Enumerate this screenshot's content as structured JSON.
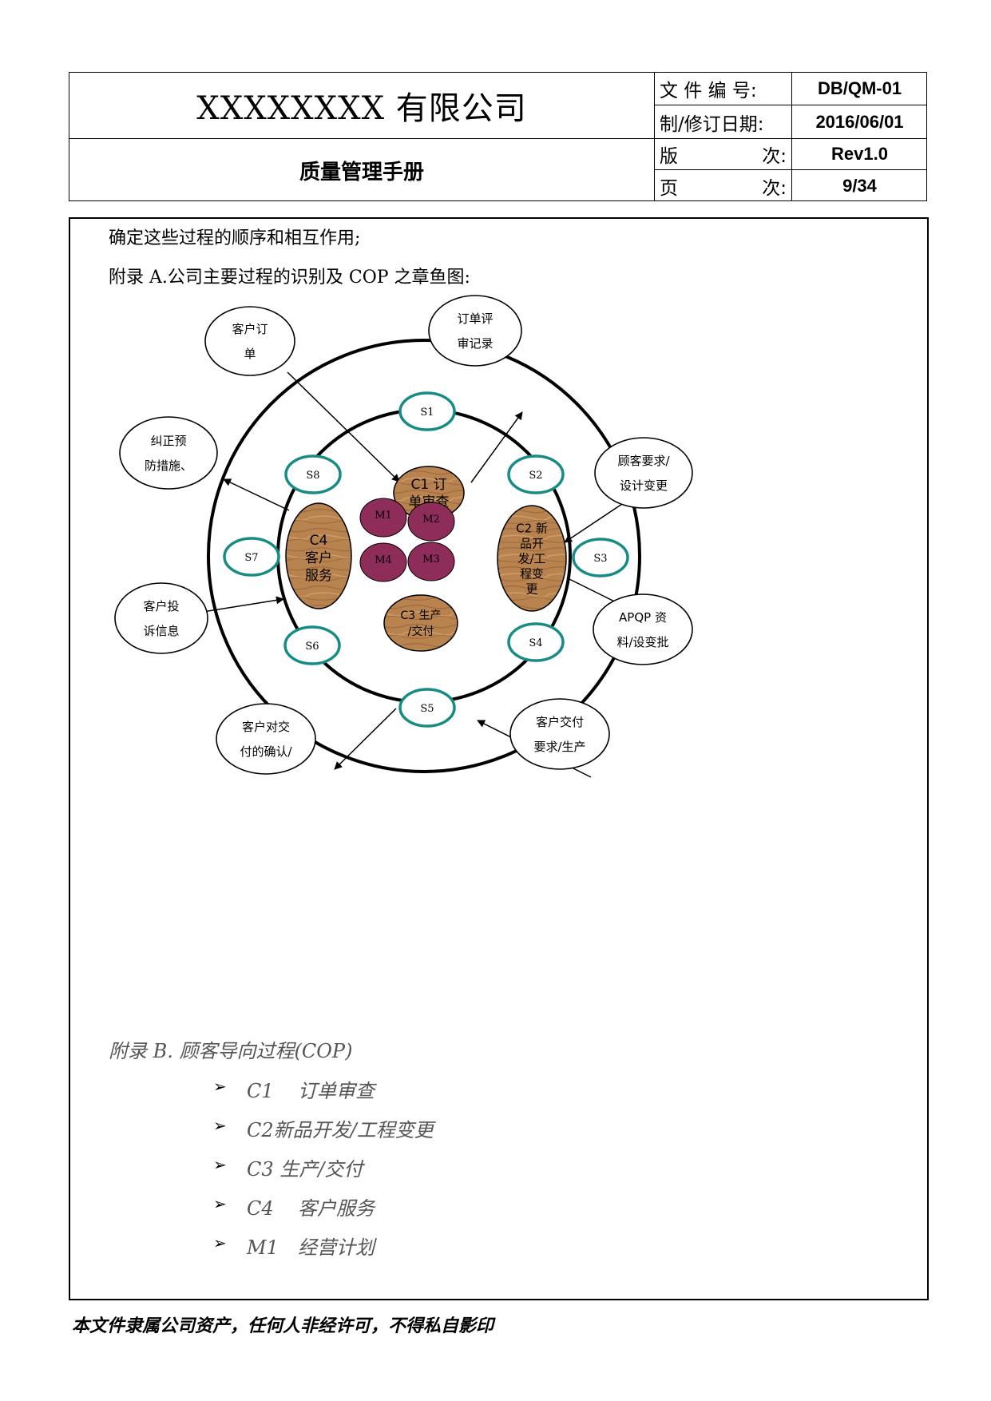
{
  "header": {
    "company": "XXXXXXXX 有限公司",
    "title": "质量管理手册",
    "rows": [
      {
        "label": "文 件 编 号:",
        "value": "DB/QM-01"
      },
      {
        "label": "制/修订日期:",
        "value": "2016/06/01"
      },
      {
        "label_left": "版",
        "label_right": "次:",
        "value": "Rev1.0"
      },
      {
        "label_left": "页",
        "label_right": "次:",
        "value": "9/34"
      }
    ]
  },
  "body": {
    "line1": "确定这些过程的顺序和相互作用;",
    "line2": "附录 A.公司主要过程的识别及 COP 之章鱼图:"
  },
  "diagram": {
    "core": [
      {
        "lines": [
          "C1 订",
          "单审查"
        ]
      },
      {
        "lines": [
          "C2 新",
          "品开",
          "发/工",
          "程变",
          "更"
        ]
      },
      {
        "lines": [
          "C3 生产",
          "/交付"
        ]
      },
      {
        "lines": [
          "C4",
          "客户",
          "服务"
        ]
      }
    ],
    "management": [
      "M1",
      "M2",
      "M3",
      "M4"
    ],
    "support": [
      "S1",
      "S2",
      "S3",
      "S4",
      "S5",
      "S6",
      "S7",
      "S8"
    ],
    "io": [
      {
        "lines": [
          "客户订",
          "单"
        ]
      },
      {
        "lines": [
          "订单评",
          "审记录"
        ]
      },
      {
        "lines": [
          "顾客要求/",
          "设计变更"
        ]
      },
      {
        "lines": [
          "APQP 资",
          "料/设变批"
        ]
      },
      {
        "lines": [
          "客户交付",
          "要求/生产"
        ]
      },
      {
        "lines": [
          "客户对交",
          "付的确认/"
        ]
      },
      {
        "lines": [
          "客户投",
          "诉信息"
        ]
      },
      {
        "lines": [
          "纠正预",
          "防措施、"
        ]
      }
    ],
    "colors": {
      "core": "#b9834f",
      "management": "#8e2c5a",
      "support": "#178c85"
    }
  },
  "appendix_b": {
    "title": "附录 B. 顾客导向过程(COP)",
    "items": [
      {
        "code": "C1",
        "text": "订单审查"
      },
      {
        "code": "C2",
        "text": "新品开发/工程变更"
      },
      {
        "code": "C3",
        "text": "生产/交付"
      },
      {
        "code": "C4",
        "text": "客户服务"
      },
      {
        "code": "M1",
        "text": "经营计划"
      }
    ]
  },
  "footer": "本文件隶属公司资产，任何人非经许可，不得私自影印"
}
